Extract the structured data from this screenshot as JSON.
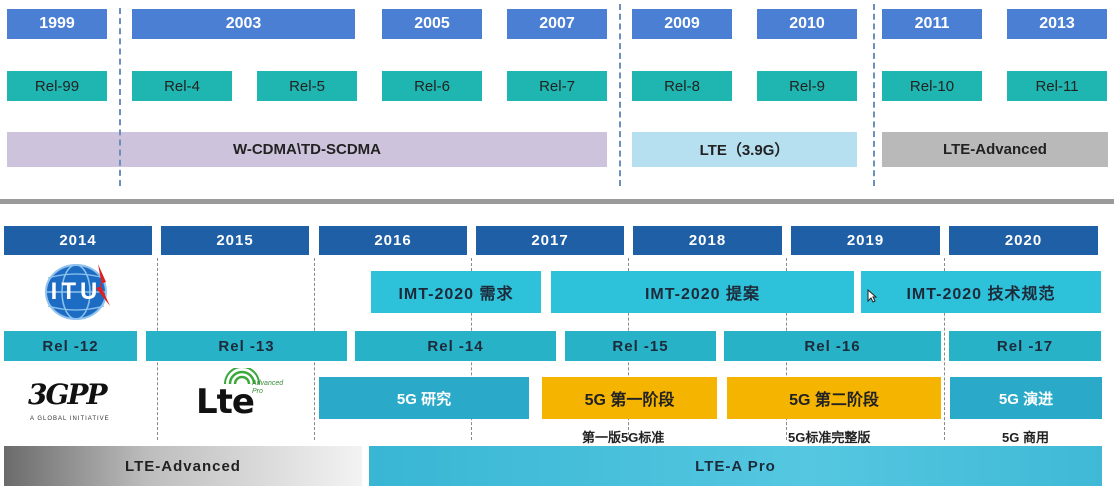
{
  "top": {
    "years": [
      "1999",
      "2003",
      "2005",
      "2007",
      "2009",
      "2010",
      "2011",
      "2013"
    ],
    "releases": [
      "Rel-99",
      "Rel-4",
      "Rel-5",
      "Rel-6",
      "Rel-7",
      "Rel-8",
      "Rel-9",
      "Rel-10",
      "Rel-11"
    ],
    "bands": [
      "W-CDMA\\TD-SCDMA",
      "LTE（3.9G）",
      "LTE-Advanced"
    ]
  },
  "bottom": {
    "years": [
      "2014",
      "2015",
      "2016",
      "2017",
      "2018",
      "2019",
      "2020"
    ],
    "imt": [
      "IMT-2020 需求",
      "IMT-2020 提案",
      "IMT-2020 技术规范"
    ],
    "releases": [
      "Rel -12",
      "Rel -13",
      "Rel -14",
      "Rel -15",
      "Rel -16",
      "Rel -17"
    ],
    "phases": [
      "5G 研究",
      "5G 第一阶段",
      "5G 第二阶段",
      "5G 演进"
    ],
    "notes": [
      "第一版5G标准",
      "5G标准完整版",
      "5G 商用"
    ],
    "bands": [
      "LTE-Advanced",
      "LTE-A Pro"
    ]
  },
  "logos": {
    "itu": "ITU",
    "gpp": "3GPP",
    "gpp_tagline": "A GLOBAL INITIATIVE",
    "lte": "Lte",
    "lte_badge": "Advanced Pro"
  },
  "colors": {
    "top_year": "#4a7fd4",
    "top_release": "#1fb5b0",
    "wcdma_band": "#cdc3dc",
    "lte_band": "#b6dff0",
    "lte_adv_band": "#b9b9b9",
    "bottom_year": "#1f5fa5",
    "imt": "#2ec2da",
    "phase_orange": "#f4b400"
  }
}
